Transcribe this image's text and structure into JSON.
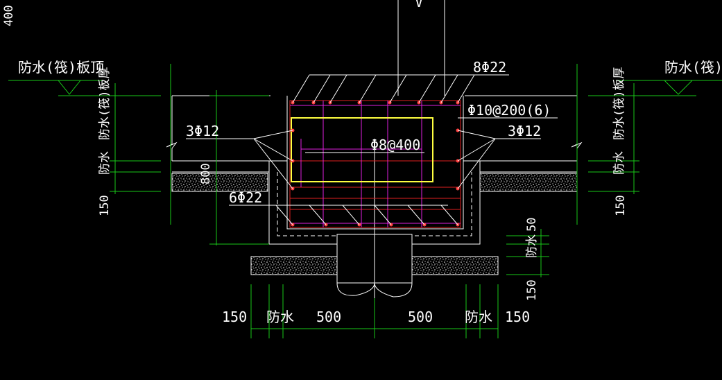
{
  "labels": {
    "top_left_number": "400",
    "top_arrow": "V",
    "raft_top_left": "防水(筏)板顶",
    "raft_top_right": "防水(筏)",
    "raft_thickness_left": "防水(筏)板厚",
    "raft_thickness_right": "防水(筏)板厚",
    "top_rebar": "8Φ22",
    "stirrup": "Φ10@200(6)",
    "side_rebar_left": "3Φ12",
    "side_rebar_right": "3Φ12",
    "tie_bar": "Φ8@400",
    "bottom_rebar": "6Φ22",
    "beam_height": "800",
    "waterproof_left": "防水",
    "waterproof_right": "防水",
    "waterproof_lower_right": "防水",
    "dim_150_left": "150",
    "dim_150_right": "150",
    "dim_50_right": "50",
    "dim_150_lower_right": "150",
    "bottom_dims": [
      "150",
      "防水",
      "500",
      "500",
      "防水",
      "150"
    ]
  },
  "colors": {
    "background": "#000000",
    "outline": "#ffffff",
    "dimension": "#19c819",
    "rebar": "#e02020",
    "stirrup_inner": "#e020e0",
    "tie_highlight": "#ffff40"
  }
}
